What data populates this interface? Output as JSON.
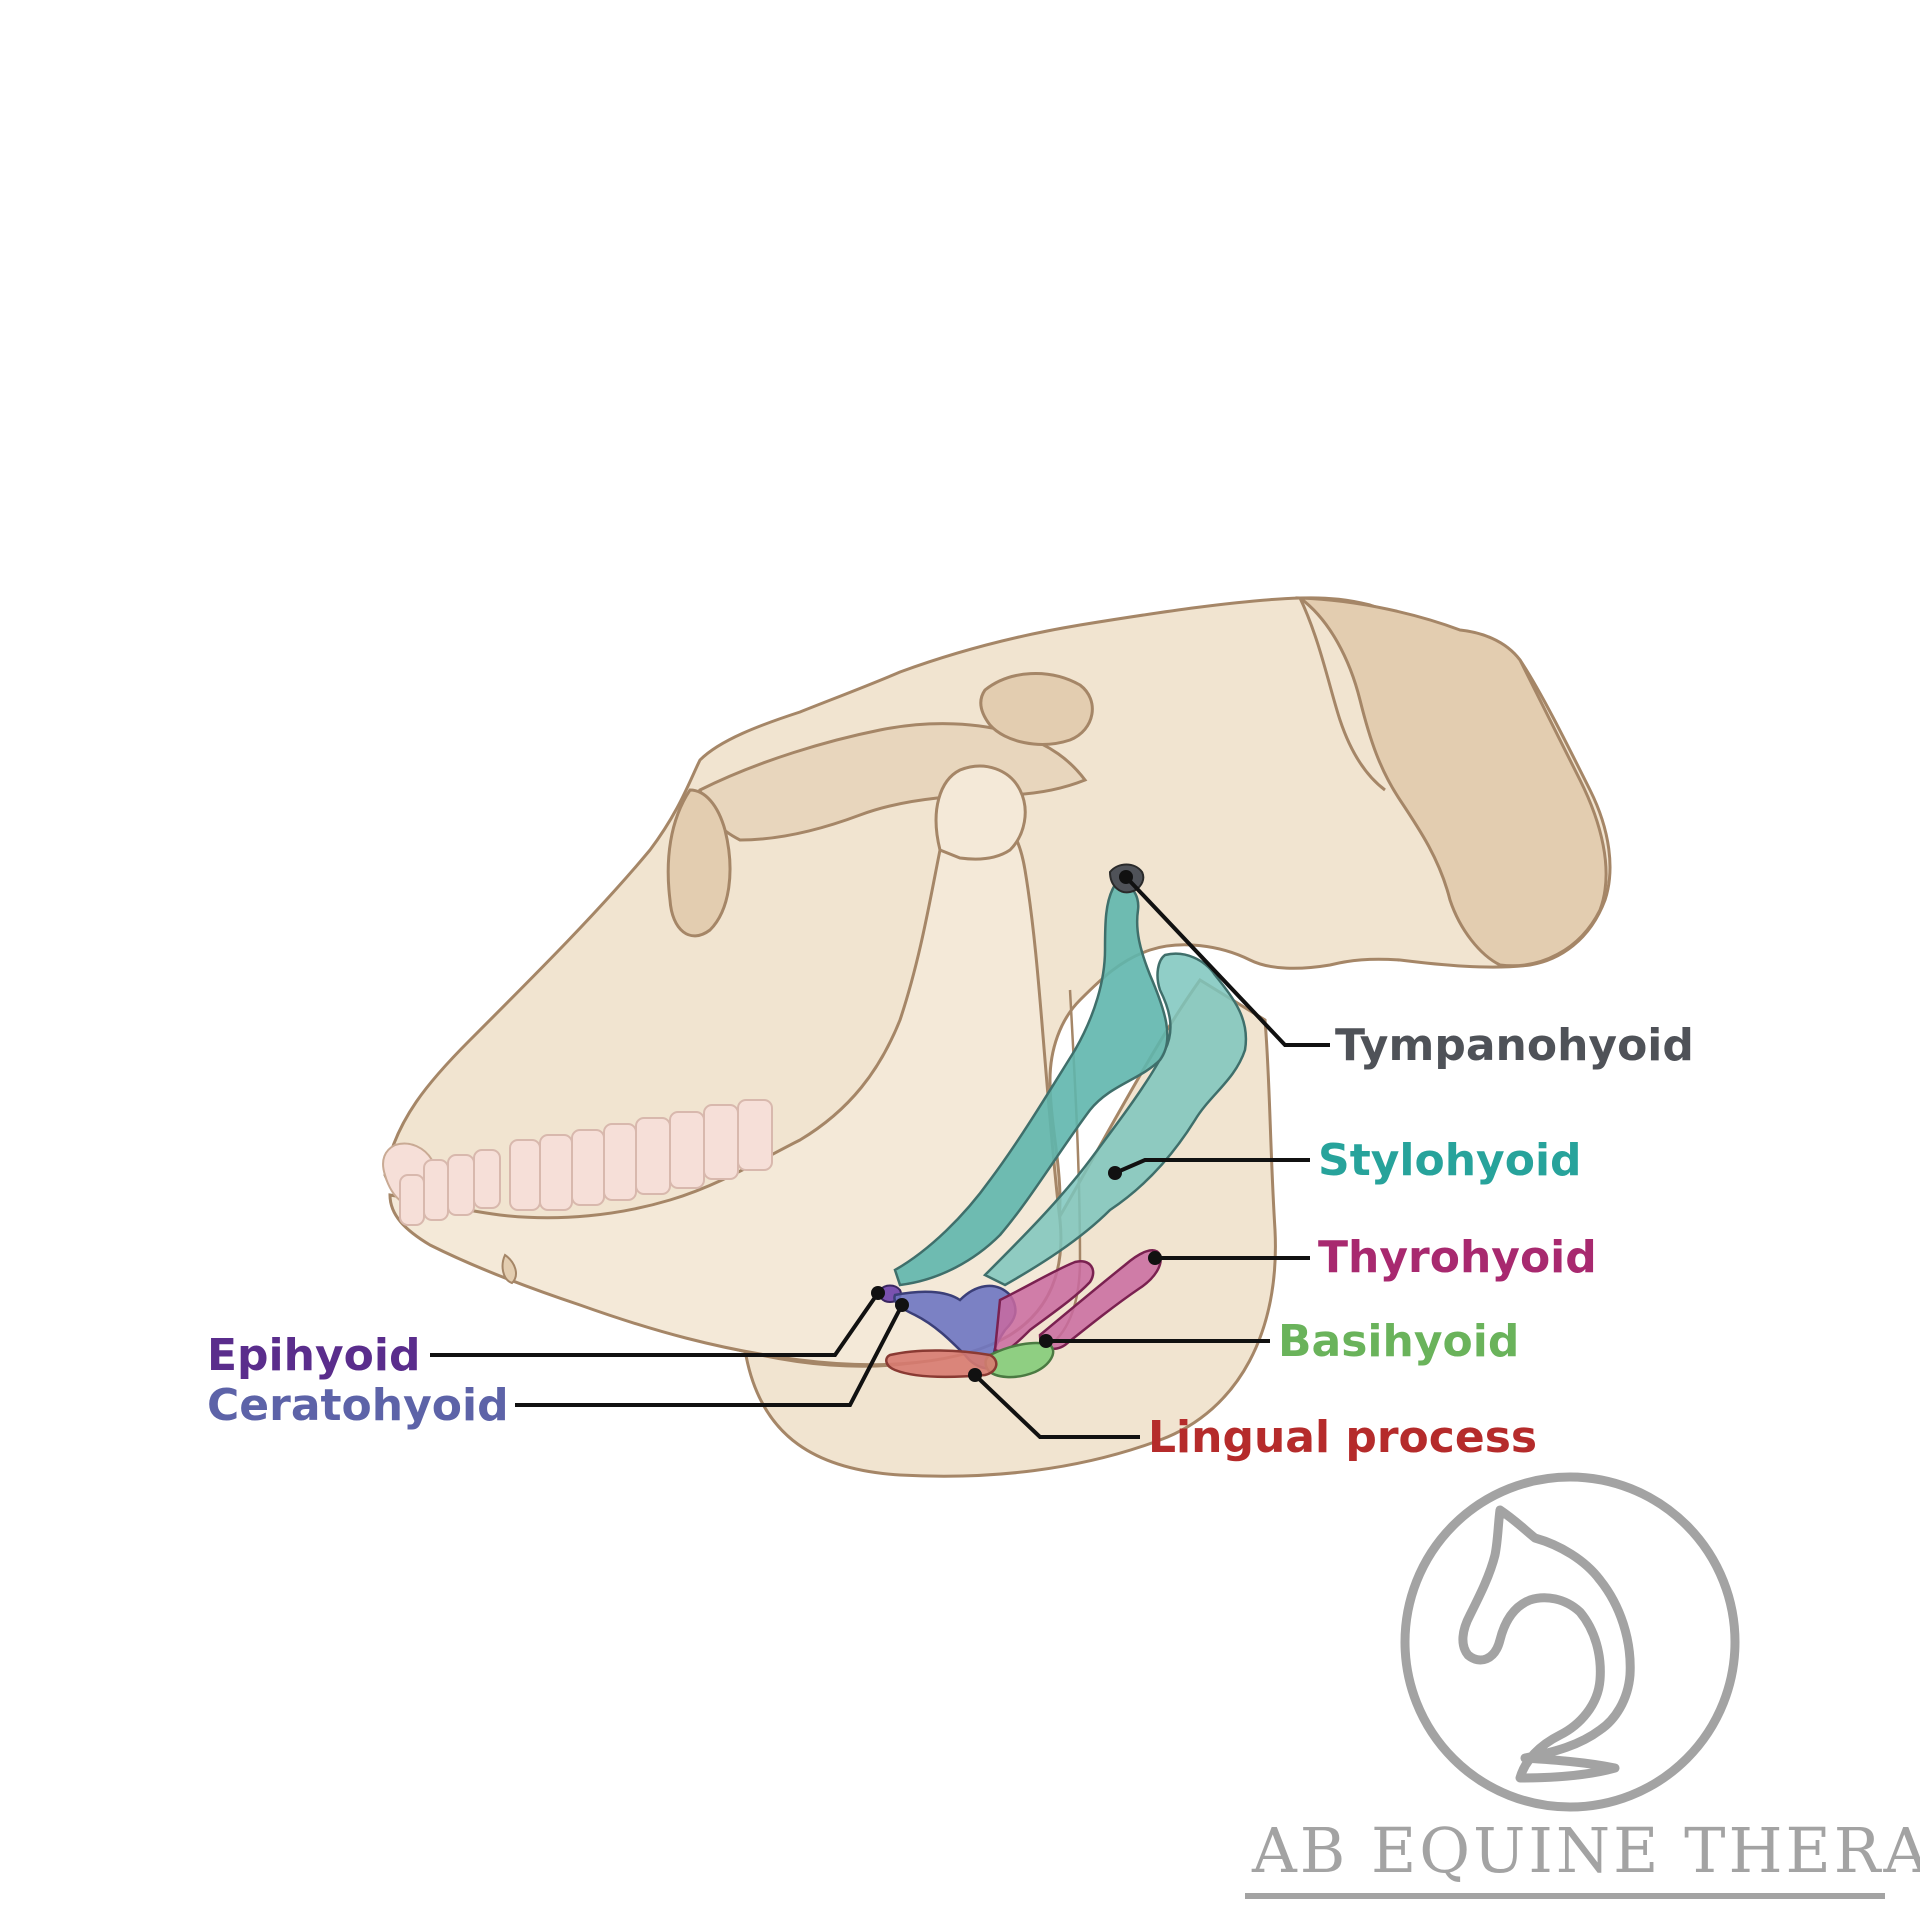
{
  "labels": {
    "tympanohyoid": "Tympanohyoid",
    "stylohyoid": "Stylohyoid",
    "thyrohyoid": "Thyrohyoid",
    "basihyoid": "Basihyoid",
    "epihyoid": "Epihyoid",
    "ceratohyoid": "Ceratohyoid",
    "lingual_process": "Lingual process"
  },
  "brand": {
    "name": "AB EQUINE THERAPY",
    "logo_icon": "horse-head-icon"
  },
  "colors": {
    "bone_fill": "#f1e4d0",
    "bone_shadow": "#dcc4a4",
    "bone_outline": "#a58667",
    "teeth": "#f6dfd8",
    "tympanohyoid": "#4f5258",
    "stylohyoid": "#27a39b",
    "thyrohyoid": "#a8296f",
    "basihyoid": "#6ab35b",
    "epihyoid": "#5a2d8c",
    "ceratohyoid": "#5d63a8",
    "lingual_process": "#b52b2b",
    "logo_gray": "#a3a3a3",
    "leader_line": "#111111"
  }
}
